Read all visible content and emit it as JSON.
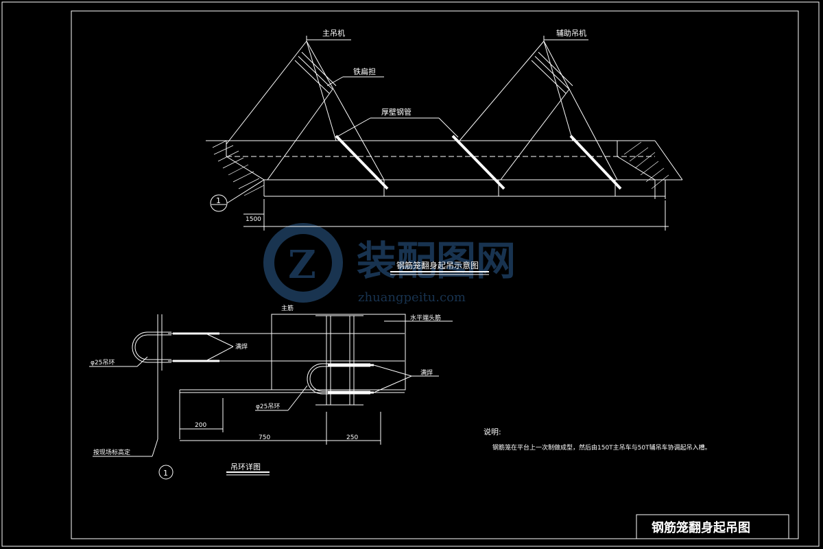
{
  "top_view": {
    "main_crane": "主吊机",
    "aux_crane": "辅助吊机",
    "spreader": "铁扁担",
    "pipe": "厚壁钢管",
    "dim_1500": "1500",
    "callout_num": "1",
    "caption": "钢筋笼翻身起吊示意图"
  },
  "detail": {
    "main_bar": "主筋",
    "horiz_end_bar": "水平端头筋",
    "weld_left": "满焊",
    "weld_right": "满焊",
    "ring_left": "φ25吊环",
    "ring_right": "φ25吊环",
    "dim_200": "200",
    "dim_750": "750",
    "dim_250": "250",
    "field_note": "按现场标高定",
    "callout_num": "1",
    "caption": "吊环详图"
  },
  "notes": {
    "heading": "说明:",
    "body": "钢筋笼在平台上一次制做成型，然后由150T主吊车与50T辅吊车协调起吊入槽。"
  },
  "title_block": {
    "title": "钢筋笼翻身起吊图"
  },
  "watermark": {
    "name": "装配图网",
    "url": "zhuangpeitu.com",
    "letter": "Z"
  }
}
